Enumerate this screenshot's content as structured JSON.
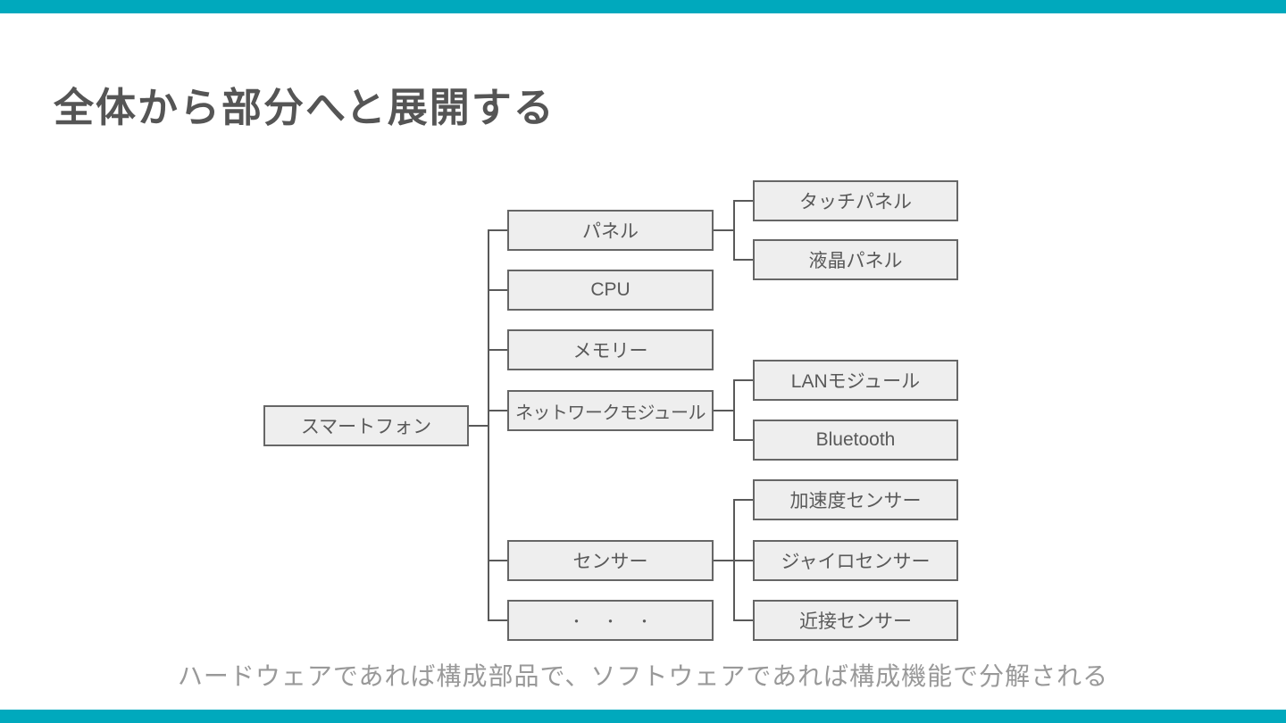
{
  "title": "全体から部分へと展開する",
  "caption": "ハードウェアであれば構成部品で、ソフトウェアであれば構成機能で分解される",
  "theme": {
    "accent": "#00a9bd",
    "box_fill": "#eeeeee",
    "box_border": "#666666",
    "line_color": "#595959",
    "text_color": "#595959",
    "title_color": "#555555",
    "caption_color": "#999999"
  },
  "tree": {
    "root": {
      "label": "スマートフォン"
    },
    "children": [
      {
        "label": "パネル",
        "children": [
          {
            "label": "タッチパネル"
          },
          {
            "label": "液晶パネル"
          }
        ]
      },
      {
        "label": "CPU",
        "children": []
      },
      {
        "label": "メモリー",
        "children": []
      },
      {
        "label": "ネットワークモジュール",
        "children": [
          {
            "label": "LANモジュール"
          },
          {
            "label": "Bluetooth"
          }
        ]
      },
      {
        "label": "センサー",
        "children": [
          {
            "label": "加速度センサー"
          },
          {
            "label": "ジャイロセンサー"
          },
          {
            "label": "近接センサー"
          }
        ]
      },
      {
        "label": "・・・",
        "children": []
      }
    ]
  }
}
